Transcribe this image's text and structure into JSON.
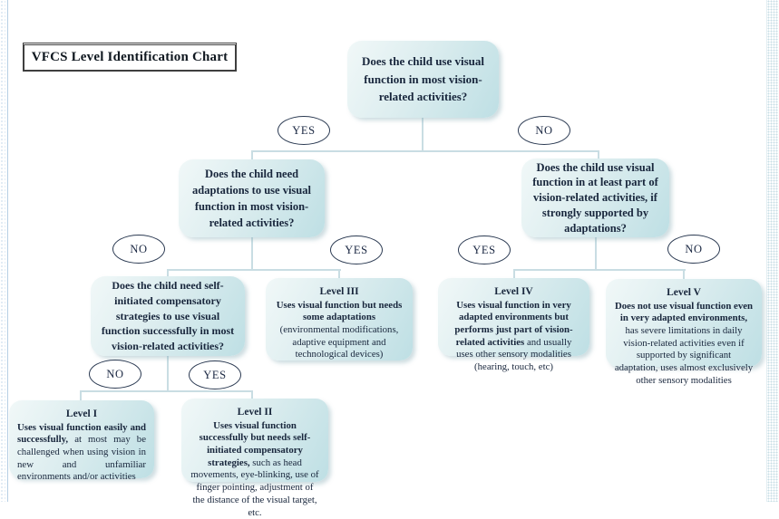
{
  "title": "VFCS Level Identification Chart",
  "colors": {
    "box_gradient_light": "#f1f8f8",
    "box_gradient_dark": "#bedfe4",
    "connector": "#c9dde3",
    "text": "#18263c",
    "oval_border": "#2b3a52"
  },
  "questions": {
    "q1": "Does the child use visual function in most vision-related activities?",
    "q2_left": "Does the child need adaptations to use visual function in most vision-related activities?",
    "q2_right": "Does the child use visual function in at least part of vision-related activities, if strongly supported by adaptations?",
    "q3": "Does the child need self-initiated compensatory strategies to use visual function successfully in most vision-related activities?"
  },
  "levels": {
    "level1": {
      "title": "Level I",
      "bold": "Uses visual function easily and successfully,",
      "rest": "at most may be challenged when using vision in new and unfamiliar environments and/or activities"
    },
    "level2": {
      "title": "Level II",
      "bold": "Uses visual function successfully but needs self-initiated compensatory strategies,",
      "rest": "such as head movements, eye-blinking, use of finger pointing, adjustment of the distance of the visual target, etc."
    },
    "level3": {
      "title": "Level III",
      "bold": "Uses visual function but needs some adaptations",
      "rest": "(environmental modifications, adaptive equipment and technological devices)"
    },
    "level4": {
      "title": "Level IV",
      "bold": "Uses visual function in very adapted environments but performs just part of vision-related activities",
      "rest": "and usually uses other sensory modalities (hearing, touch, etc)"
    },
    "level5": {
      "title": "Level V",
      "bold": "Does not use visual function even in very adapted environments,",
      "rest": "has severe limitations in daily vision-related activities even if supported by significant adaptation, uses almost exclusively other sensory modalities"
    }
  },
  "ovals": {
    "o1": "YES",
    "o2": "NO",
    "o3": "NO",
    "o4": "YES",
    "o5": "YES",
    "o6": "NO",
    "o7": "NO",
    "o8": "YES"
  }
}
